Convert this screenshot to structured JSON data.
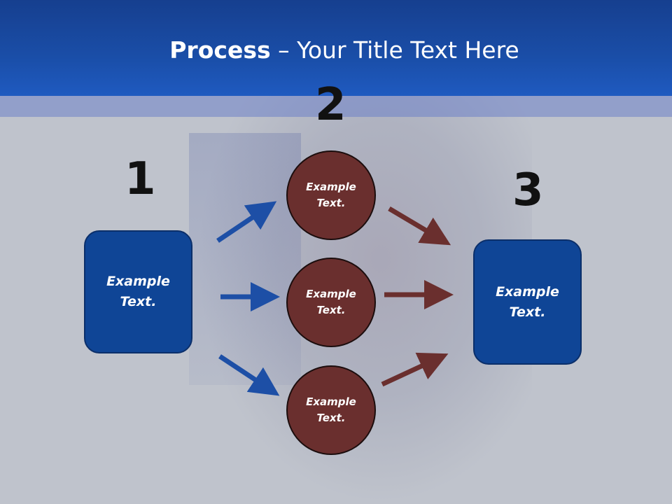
{
  "title": {
    "bold": "Process",
    "rest": " – Your Title Text Here"
  },
  "steps": {
    "one": "1",
    "two": "2",
    "three": "3"
  },
  "left_box": {
    "line1": "Example",
    "line2": "Text."
  },
  "circles": [
    {
      "line1": "Example",
      "line2": "Text."
    },
    {
      "line1": "Example",
      "line2": "Text."
    },
    {
      "line1": "Example",
      "line2": "Text."
    }
  ],
  "right_box": {
    "line1": "Example",
    "line2": "Text."
  },
  "colors": {
    "header": "#1a4ea8",
    "box_fill": "#0f4596",
    "circle_fill": "#6a2f2e",
    "arrow_blue": "#1d4fa6",
    "arrow_brown": "#6a2f2e"
  }
}
